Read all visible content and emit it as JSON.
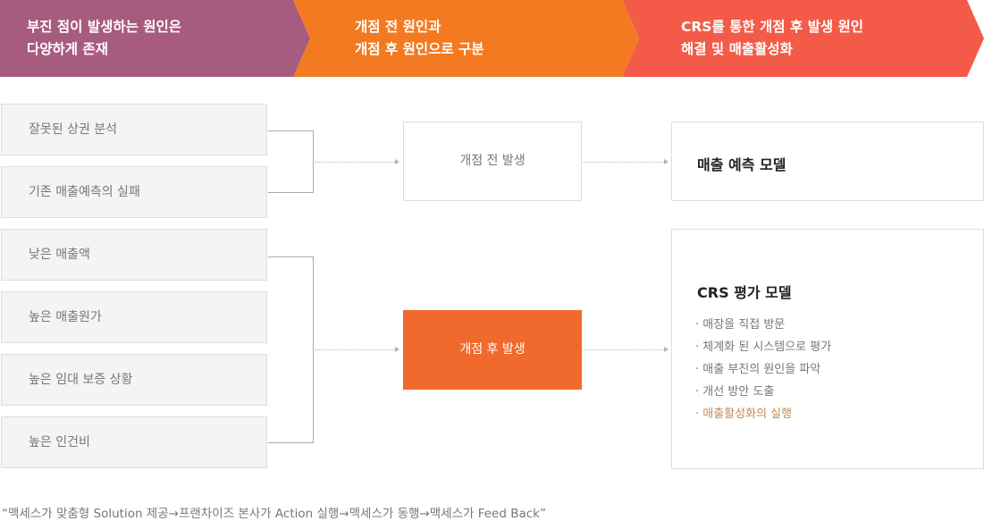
{
  "banner": {
    "step1": {
      "line1": "부진 점이 발생하는 원인은",
      "line2": "다양하게 존재",
      "color": "#a75b7e"
    },
    "step2": {
      "line1": "개점 전 원인과",
      "line2": "개점 후 원인으로 구분",
      "color": "#f47a21"
    },
    "step3": {
      "line1": "CRS를 통한 개점 후 발생 원인",
      "line2": "해결 및 매출활성화",
      "color": "#f35b48"
    }
  },
  "causes": [
    "잘못된 상권 분석",
    "기존 매출예측의 실패",
    "낮은 매출액",
    "높은 매출원가",
    "높은 임대 보증 상황",
    "높은 인건비"
  ],
  "phases": {
    "before": "개점 전 발생",
    "after": "개점 후 발생"
  },
  "models": {
    "sales": {
      "title": "매출 예측 모델"
    },
    "crs": {
      "title": "CRS 평가 모델",
      "items": [
        "· 매장을 직접 방문",
        "· 체계화 된 시스템으로 평가",
        "· 매출 부진의 원인을 파악",
        "· 개선 방안 도출",
        "· 매출활성화의 실행"
      ]
    }
  },
  "footer": "“맥세스가 맞춤형 Solution 제공→프랜차이즈 본사가 Action 실행→맥세스가 동행→맥세스가 Feed Back”",
  "colors": {
    "accent_orange": "#f16a2d",
    "highlight_text": "#c48a55",
    "box_fill": "#f4f4f4"
  }
}
